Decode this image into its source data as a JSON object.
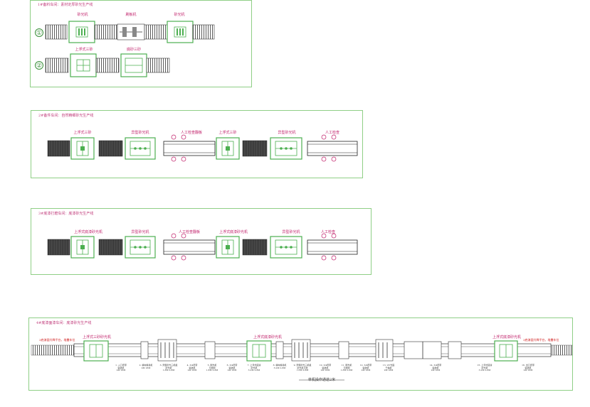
{
  "panels": [
    {
      "title": "1#备料车间：素材定厚砂光生产线",
      "row1": {
        "marker": "①",
        "labels": [
          "砂光机",
          "刷板机",
          "砂光机"
        ]
      },
      "row2": {
        "marker": "②",
        "labels": [
          "上浮式三砂",
          "底砂三砂"
        ]
      }
    },
    {
      "title": "2#备件车间：自然精细砂光生产线",
      "labels": [
        "上浮式三砂",
        "异型砂光机",
        "人工检查翻板",
        "上浮式三砂",
        "异型砂光机",
        "人工检查"
      ]
    },
    {
      "title": "3#底漆打磨车间：底漆砂光生产线",
      "labels": [
        "上浮式底漆砂光机",
        "异型砂光机",
        "人工检查翻板",
        "上浮式底漆砂光机",
        "异型砂光机",
        "人工检查"
      ]
    },
    {
      "title": "4#底漆面漆车间：底漆砂光生产线",
      "labels": [
        "上浮式三砂砂光机",
        "上浮式底漆砂光机",
        "上浮式底漆砂光机"
      ],
      "left_note": "3底漆面升降平台，堆叠车位",
      "right_note": "3底漆面升降平台，堆叠车位",
      "bottom_note": "单机操作通道2米",
      "captions": [
        "1. 入口皮带\n输送机\n2M 18M",
        "2. 横向移载机\n2M 18M",
        "3. 异型砂光三机组\n砂光机\n1.8M 2.8M",
        "4. 3/4皮带\n输送机\n2M 18M",
        "5. 刷光机\n万能刷\n1.8M 2.8M",
        "6. 3/4皮带\n输送机\n2M 18M",
        "7. 上浮式底漆\n砂光机\n3.2M 2.8M",
        "8. 横向移载机\n3.2M 2.8M",
        "9. 异型砂光三机组\n砂光机万能\n1.8M 2.8M",
        "10. 3/4皮带\n输送机\n2M 18M",
        "11. 刷光机\n万能刷\n1.8M 2.8M",
        "12. 3/4皮带\n输送机\n2M 18M",
        "13. UV光固\n干燥机\n2M 18M",
        "14. 3/4皮带\n输送机\n2M 18M",
        "15. 上浮式底漆\n砂光机\n3.2M 2.8M",
        "16. 出口皮带\n输送机\n2M 18M"
      ]
    }
  ]
}
